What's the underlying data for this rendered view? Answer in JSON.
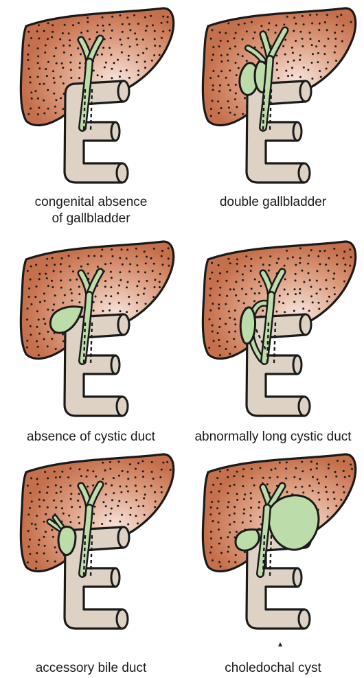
{
  "colors": {
    "liver_fill": "#c5704c",
    "liver_highlight": "#f6e3da",
    "duct_fill": "#bcdcaa",
    "duodenum_fill": "#ddd2c4",
    "outline": "#1a1a1a",
    "background": "#ffffff"
  },
  "panels": [
    {
      "caption": "congenital absence\nof gallbladder",
      "variant": "absence_gallbladder"
    },
    {
      "caption": "double gallbladder",
      "variant": "double_gallbladder"
    },
    {
      "caption": "absence of cystic duct",
      "variant": "absence_cystic_duct"
    },
    {
      "caption": "abnormally long cystic duct",
      "variant": "long_cystic_duct"
    },
    {
      "caption": "accessory bile duct",
      "variant": "accessory_duct"
    },
    {
      "caption": "choledochal cyst",
      "variant": "choledochal_cyst"
    }
  ]
}
